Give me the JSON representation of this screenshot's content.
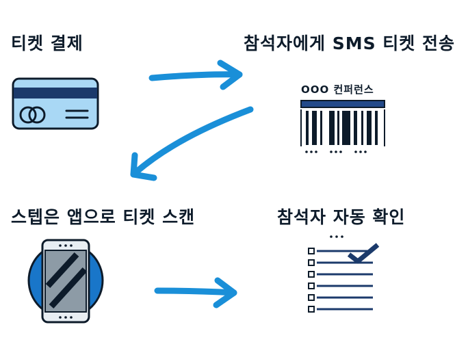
{
  "steps": [
    {
      "title": "티켓 결제",
      "icon": "credit-card-icon"
    },
    {
      "title": "참석자에게 SMS 티켓 전송",
      "icon": "barcode-ticket-icon"
    },
    {
      "title": "스텝은 앱으로 티켓 스캔",
      "icon": "smartphone-icon"
    },
    {
      "title": "참석자 자동 확인",
      "icon": "checklist-icon"
    }
  ],
  "ticket": {
    "name": "OOO 컨퍼런스"
  },
  "colors": {
    "arrow": "#1a8fd8",
    "outline": "#0d1b2a",
    "card_fill": "#a9d8f5",
    "card_stripe": "#1b3a6b",
    "phone_circle": "#1976c9",
    "phone_body": "#e8eef3",
    "phone_screen": "#8d9ba6",
    "barcode_header": "#234a8a"
  }
}
